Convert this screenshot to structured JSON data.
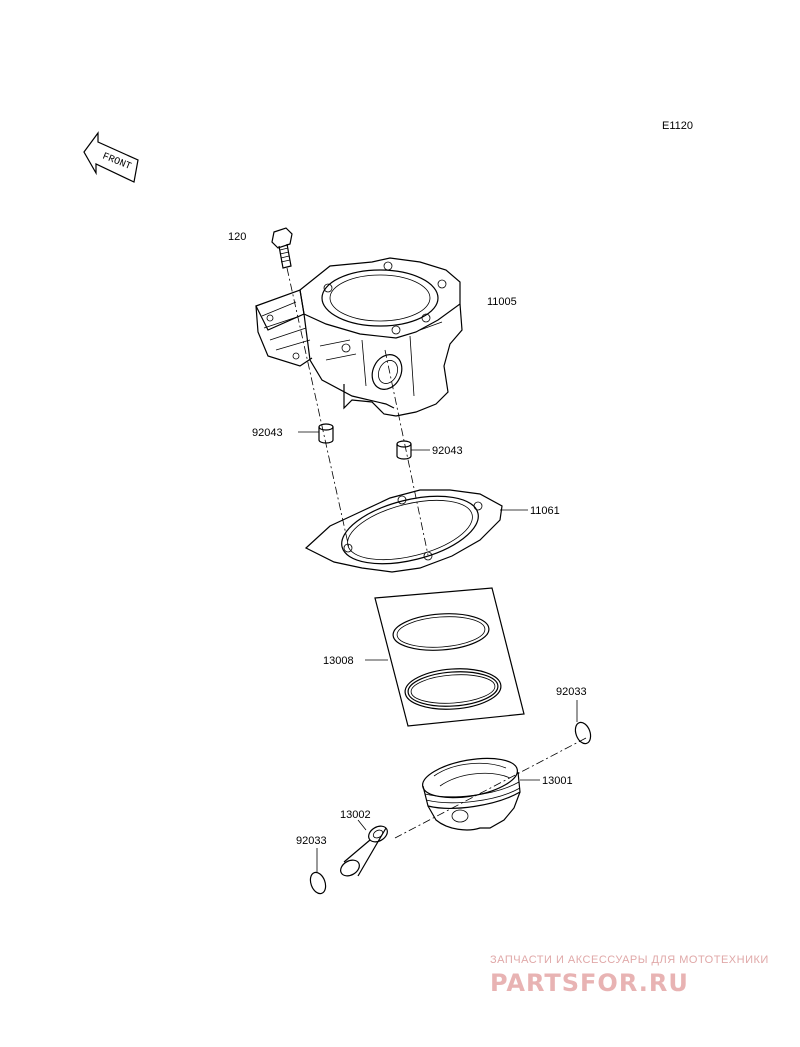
{
  "diagram": {
    "code": "E1120",
    "front_label": "FRONT",
    "callouts": {
      "bolt": "120",
      "cylinder": "11005",
      "dowel_left": "92043",
      "dowel_right": "92043",
      "gasket": "11061",
      "ring_set": "13008",
      "circlip_right": "92033",
      "piston": "13001",
      "piston_pin": "13002",
      "circlip_left": "92033"
    }
  },
  "watermark": {
    "tagline": "ЗАПЧАСТИ И АКСЕССУАРЫ ДЛЯ МОТОТЕХНИКИ",
    "logo": "PARTSFOR.RU",
    "color": "#e8b3b3"
  }
}
